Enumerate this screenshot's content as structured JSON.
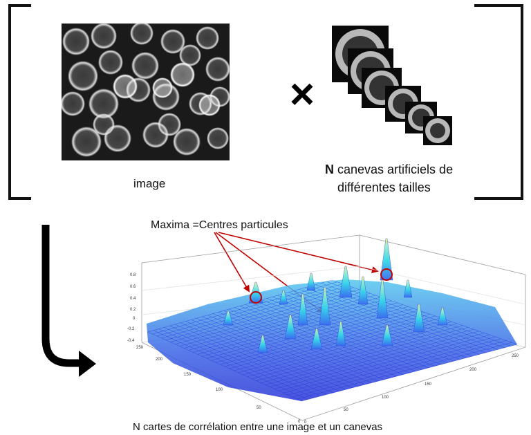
{
  "top": {
    "image_label": "image",
    "multiply_symbol": "×",
    "templates_label_bold": "N",
    "templates_label_line1": " canevas artificiels de",
    "templates_label_line2": "différentes tailles"
  },
  "annotation": {
    "maxima_label": "Maxima =Centres particules"
  },
  "plot": {
    "caption": "N cartes de corrélation entre une image et  un canevas",
    "z_ticks": [
      "0.8",
      "0.6",
      "0.4",
      "0.2",
      "0",
      "-0.2",
      "-0.4"
    ],
    "depth_ticks": [
      "250",
      "200",
      "150",
      "100",
      "50",
      "0"
    ],
    "x_ticks": [
      "0",
      "50",
      "100",
      "150",
      "200",
      "250"
    ]
  },
  "colors": {
    "bracket": "#111111",
    "arrow_black": "#000000",
    "annotation_red": "#c00000",
    "surface_blue": "#2b3fe0",
    "surface_cyan": "#35d6e8",
    "peak_yellow": "#f4f07a"
  }
}
